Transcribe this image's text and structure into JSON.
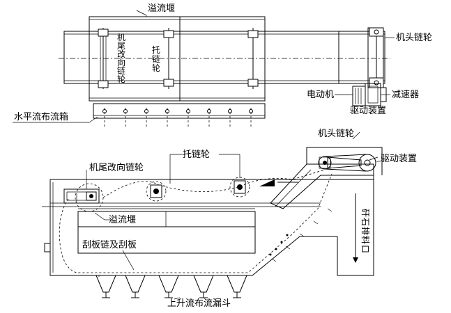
{
  "top_view": {
    "overflow_weir": "溢流堰",
    "tail_sprocket_vertical": [
      "机",
      "尾",
      "改",
      "向",
      "链",
      "轮"
    ],
    "idler_sprocket_vertical": [
      "托",
      "链",
      "轮"
    ],
    "head_sprocket": "机头链轮",
    "motor": "电动机",
    "reducer": "减速器",
    "drive_unit": "驱动装置",
    "horizontal_flow_box": "水平流布流箱"
  },
  "side_view": {
    "head_sprocket": "机头链轮",
    "drive_unit": "驱动装置",
    "idler_sprocket": "托链轮",
    "tail_sprocket": "机尾改向链轮",
    "overflow_weir": "溢流堰",
    "scraper_chain": "刮板链及刮板",
    "gangue_outlet_vertical": [
      "矸",
      "石",
      "排",
      "料",
      "口"
    ],
    "funnel_label": "上升流布流漏斗"
  }
}
